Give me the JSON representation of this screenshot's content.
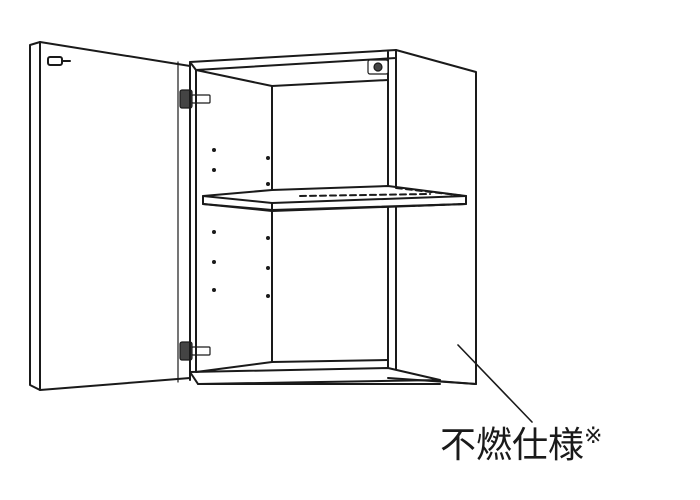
{
  "caption": {
    "text": "不燃仕様",
    "mark": "※"
  },
  "colors": {
    "line": "#1a1a1a",
    "background": "#ffffff"
  },
  "parts": {
    "door": "open-door",
    "shelf": "adjustable-shelf",
    "hinges": [
      "hinge-upper",
      "hinge-lower"
    ],
    "fitting": "mounting-fitting"
  }
}
